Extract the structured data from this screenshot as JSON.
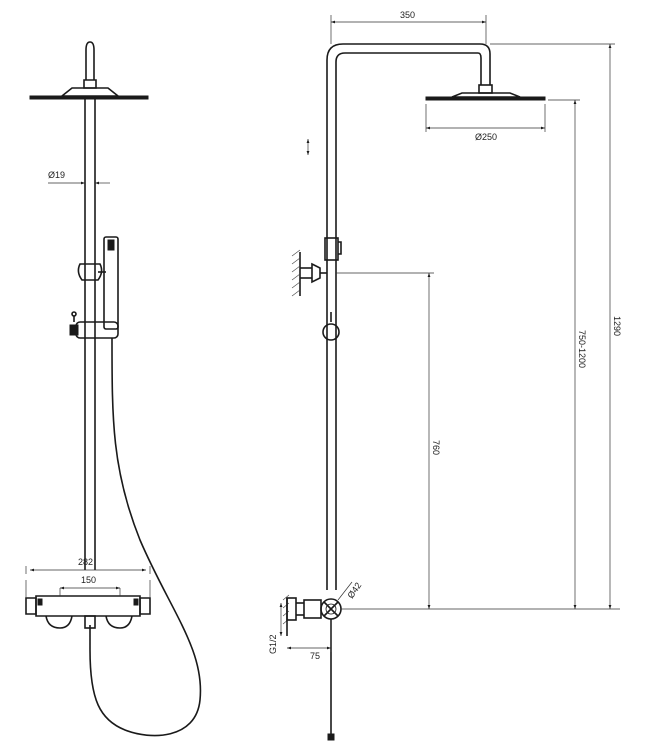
{
  "colors": {
    "line": "#1a1a1a",
    "dimension": "#333333",
    "background": "#ffffff"
  },
  "front_view": {
    "pipe_diameter": "Ø19",
    "body_width": "282",
    "centers": "150"
  },
  "side_view": {
    "arm_reach": "350",
    "head_diameter": "Ø250",
    "total_height": "1290",
    "adjust_range": "750-1200",
    "outlet_height": "760",
    "handle_diameter": "Ø42",
    "thread": "G1/2",
    "wall_offset": "75"
  },
  "icons": {
    "adjust": "double-arrow-icon"
  }
}
